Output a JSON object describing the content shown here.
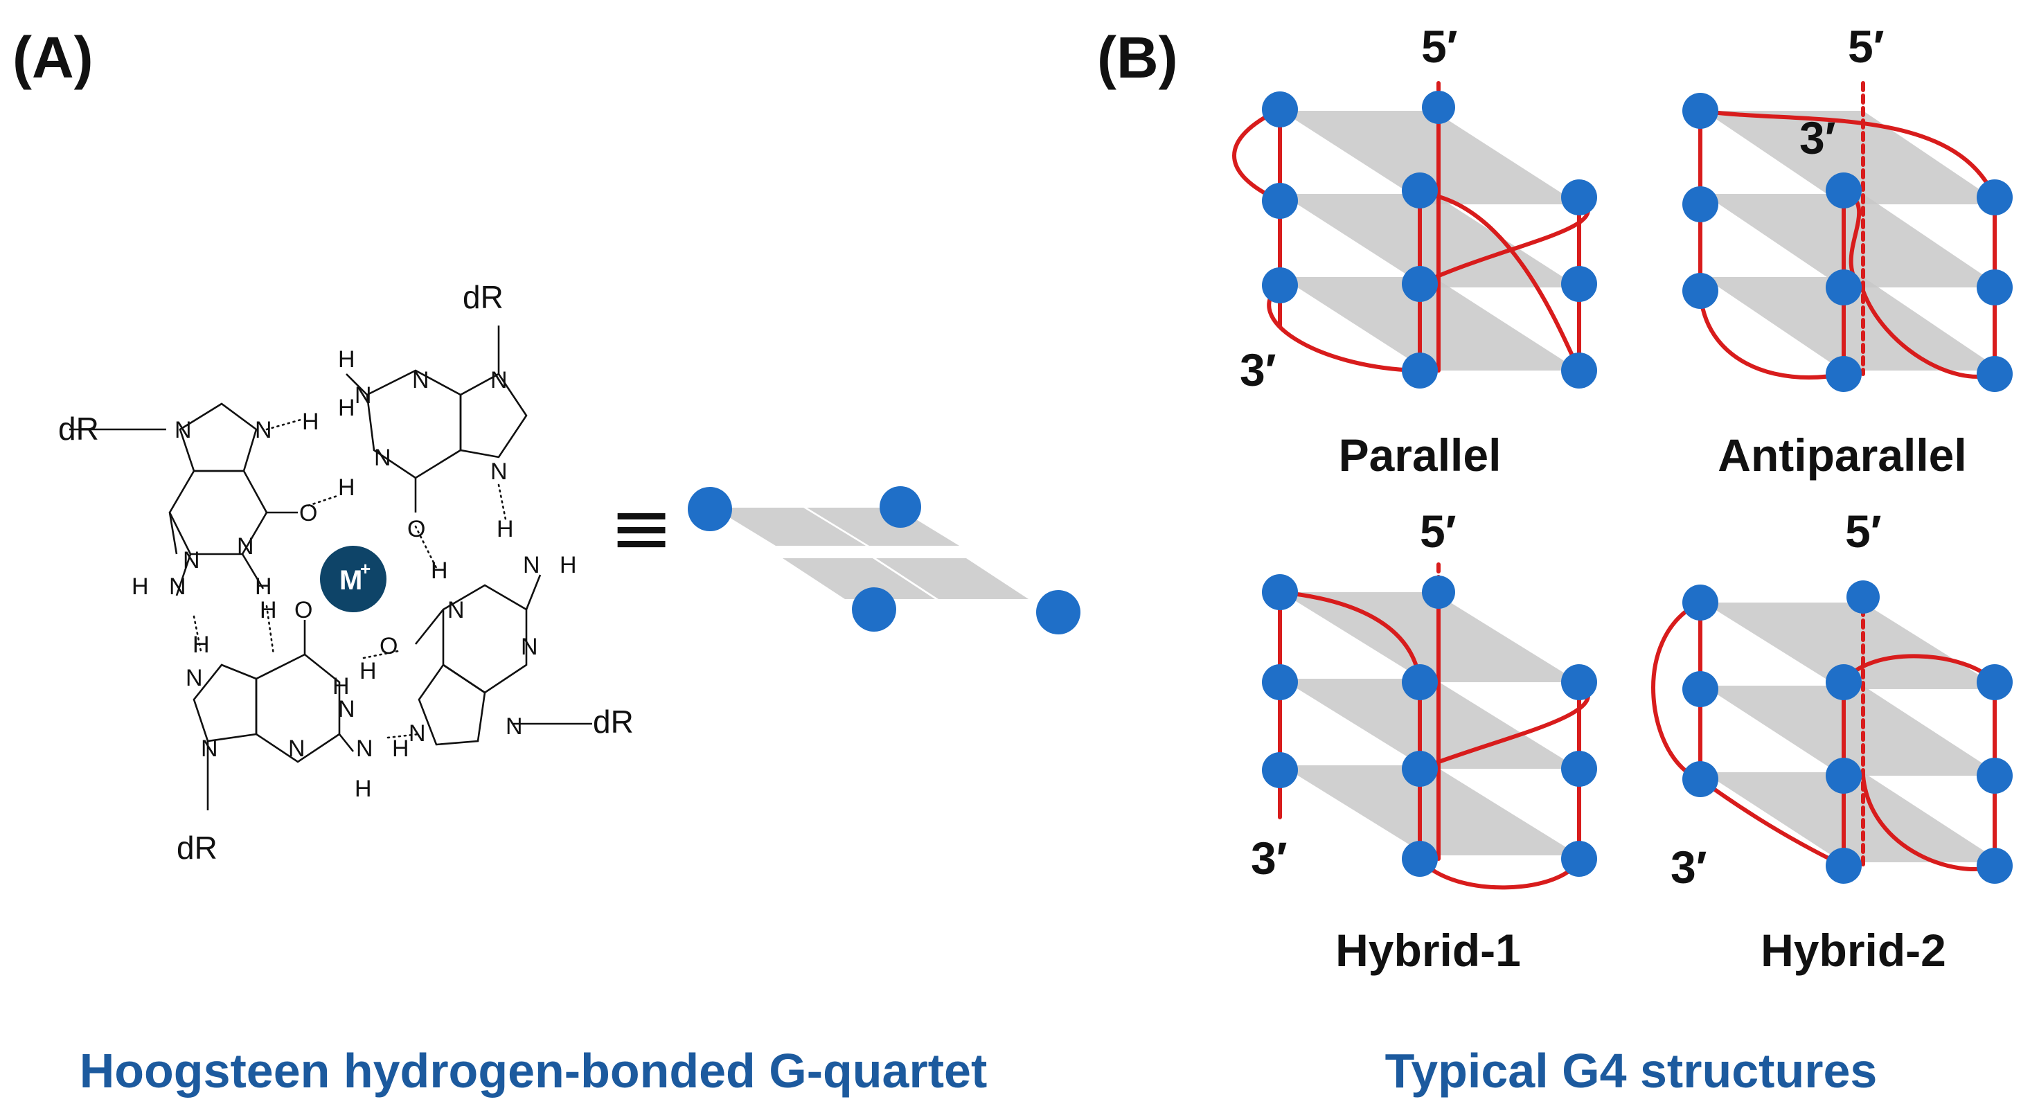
{
  "panel_a": {
    "label": "(A)",
    "substituent": "dR",
    "metal_ion": "M",
    "metal_charge": "+",
    "atoms": {
      "N": "N",
      "H": "H",
      "O": "O"
    },
    "equivalence_symbol": "≡",
    "caption": "Hoogsteen hydrogen-bonded G-quartet"
  },
  "panel_b": {
    "label": "(B)",
    "five_prime": "5′",
    "three_prime": "3′",
    "topologies": [
      "Parallel",
      "Antiparallel",
      "Hybrid-1",
      "Hybrid-2"
    ],
    "caption": "Typical G4 structures"
  },
  "colors": {
    "caption_blue": "#1c5a9e",
    "strand_red": "#d81c1c",
    "node_blue": "#1f6fc8",
    "metal_navy": "#0e4468",
    "plate_gray": "#c8c8c8"
  }
}
